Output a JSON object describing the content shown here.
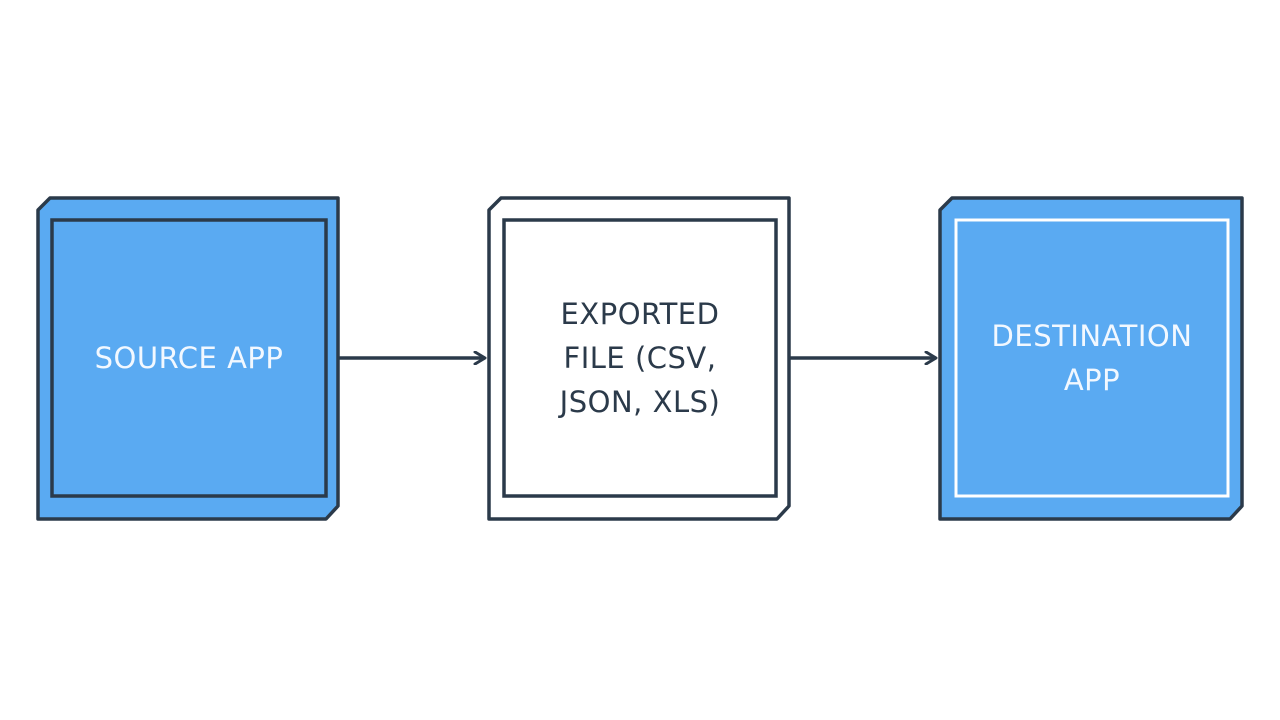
{
  "colors": {
    "stroke": "#2b3a4a",
    "blue_fill": "#5aaaf2",
    "white_fill": "#ffffff",
    "blue_text": "#f2f8ff",
    "dark_text": "#2b3a4a"
  },
  "nodes": {
    "source": {
      "lines": [
        "SOURCE APP"
      ]
    },
    "exported_file": {
      "lines": [
        "EXPORTED",
        "FILE (CSV,",
        "JSON, XLS)"
      ]
    },
    "destination": {
      "lines": [
        "DESTINATION",
        "APP"
      ]
    }
  }
}
